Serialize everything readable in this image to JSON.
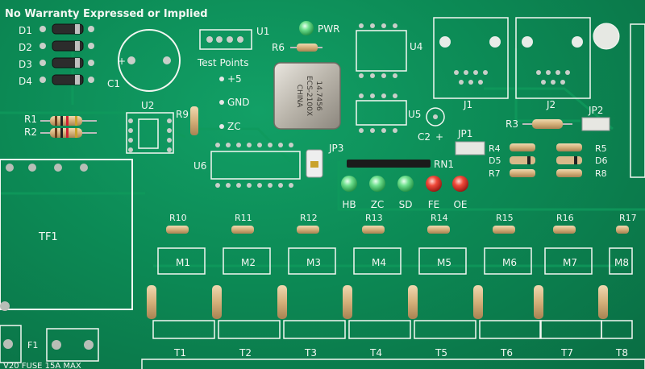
{
  "board": {
    "disclaimer": "No Warranty Expressed or Implied",
    "test_points_title": "Test Points",
    "fuse_label": "F1",
    "fuse_text": "V20 FUSE 15A MAX"
  },
  "labels": {
    "d1": "D1",
    "d2": "D2",
    "d3": "D3",
    "d4": "D4",
    "c1": "C1",
    "c1_plus": "+",
    "u1": "U1",
    "r6": "R6",
    "pwr": "PWR",
    "u4": "U4",
    "u5": "U5",
    "u2": "U2",
    "u6": "U6",
    "j1": "J1",
    "j2": "J2",
    "jp2": "JP2",
    "jp1": "JP1",
    "jp3": "JP3",
    "r1": "R1",
    "r2": "R2",
    "r9": "R9",
    "tp_5v": "+5",
    "tp_gnd": "GND",
    "tp_zc": "ZC",
    "c2": "C2",
    "c2_plus": "+",
    "r3": "R3",
    "r4": "R4",
    "r5": "R5",
    "d5": "D5",
    "d6": "D6",
    "r7": "R7",
    "r8": "R8",
    "rn1": "RN1",
    "tf1": "TF1"
  },
  "crystal": {
    "line1": "14.7456",
    "line2": "ECS-2100X",
    "line3": "CHINA"
  },
  "status_leds": [
    {
      "label": "HB",
      "color": "#3fd36a"
    },
    {
      "label": "ZC",
      "color": "#3fd36a"
    },
    {
      "label": "SD",
      "color": "#3fd36a"
    },
    {
      "label": "FE",
      "color": "#e8332a"
    },
    {
      "label": "OE",
      "color": "#e8332a"
    }
  ],
  "channel_resistors": [
    "R10",
    "R11",
    "R12",
    "R13",
    "R14",
    "R15",
    "R16",
    "R17"
  ],
  "modules": [
    "M1",
    "M2",
    "M3",
    "M4",
    "M5",
    "M6",
    "M7",
    "M8"
  ],
  "terminals": [
    "T1",
    "T2",
    "T3",
    "T4",
    "T5",
    "T6",
    "T7",
    "T8"
  ],
  "colors": {
    "board": "#0c8a55",
    "silkscreen": "#f3f7f2",
    "pad": "#c9cfc9",
    "resistor_body": "#d9b98a",
    "diode_body": "#2a2a2a"
  }
}
